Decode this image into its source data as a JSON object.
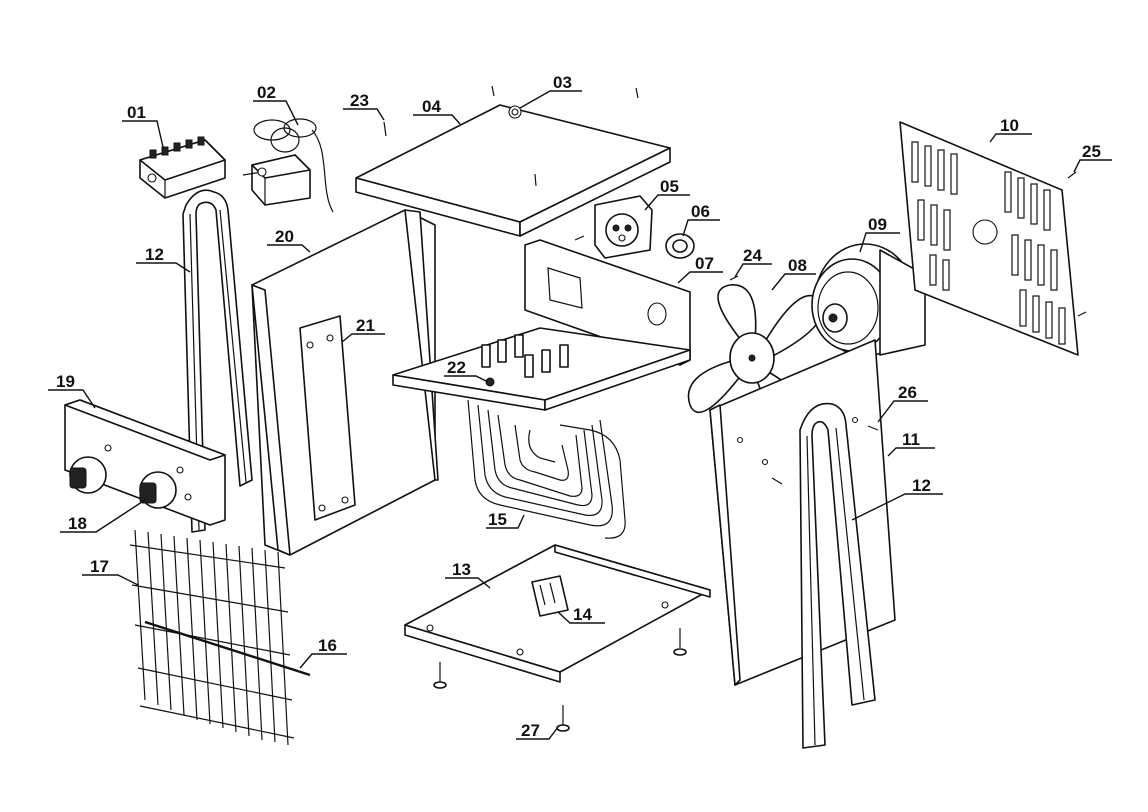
{
  "diagram": {
    "type": "exploded-parts-diagram",
    "line_color": "#111111",
    "background": "#ffffff",
    "callouts": [
      {
        "id": "01",
        "label": "01"
      },
      {
        "id": "02",
        "label": "02"
      },
      {
        "id": "03",
        "label": "03"
      },
      {
        "id": "04",
        "label": "04"
      },
      {
        "id": "05",
        "label": "05"
      },
      {
        "id": "06",
        "label": "06"
      },
      {
        "id": "07",
        "label": "07"
      },
      {
        "id": "08",
        "label": "08"
      },
      {
        "id": "09",
        "label": "09"
      },
      {
        "id": "10",
        "label": "10"
      },
      {
        "id": "11",
        "label": "11"
      },
      {
        "id": "12a",
        "label": "12"
      },
      {
        "id": "12b",
        "label": "12"
      },
      {
        "id": "13",
        "label": "13"
      },
      {
        "id": "14",
        "label": "14"
      },
      {
        "id": "15",
        "label": "15"
      },
      {
        "id": "16",
        "label": "16"
      },
      {
        "id": "17",
        "label": "17"
      },
      {
        "id": "18",
        "label": "18"
      },
      {
        "id": "19",
        "label": "19"
      },
      {
        "id": "20",
        "label": "20"
      },
      {
        "id": "21",
        "label": "21"
      },
      {
        "id": "22",
        "label": "22"
      },
      {
        "id": "23",
        "label": "23"
      },
      {
        "id": "24",
        "label": "24"
      },
      {
        "id": "25",
        "label": "25"
      },
      {
        "id": "26",
        "label": "26"
      },
      {
        "id": "27",
        "label": "27"
      }
    ]
  }
}
